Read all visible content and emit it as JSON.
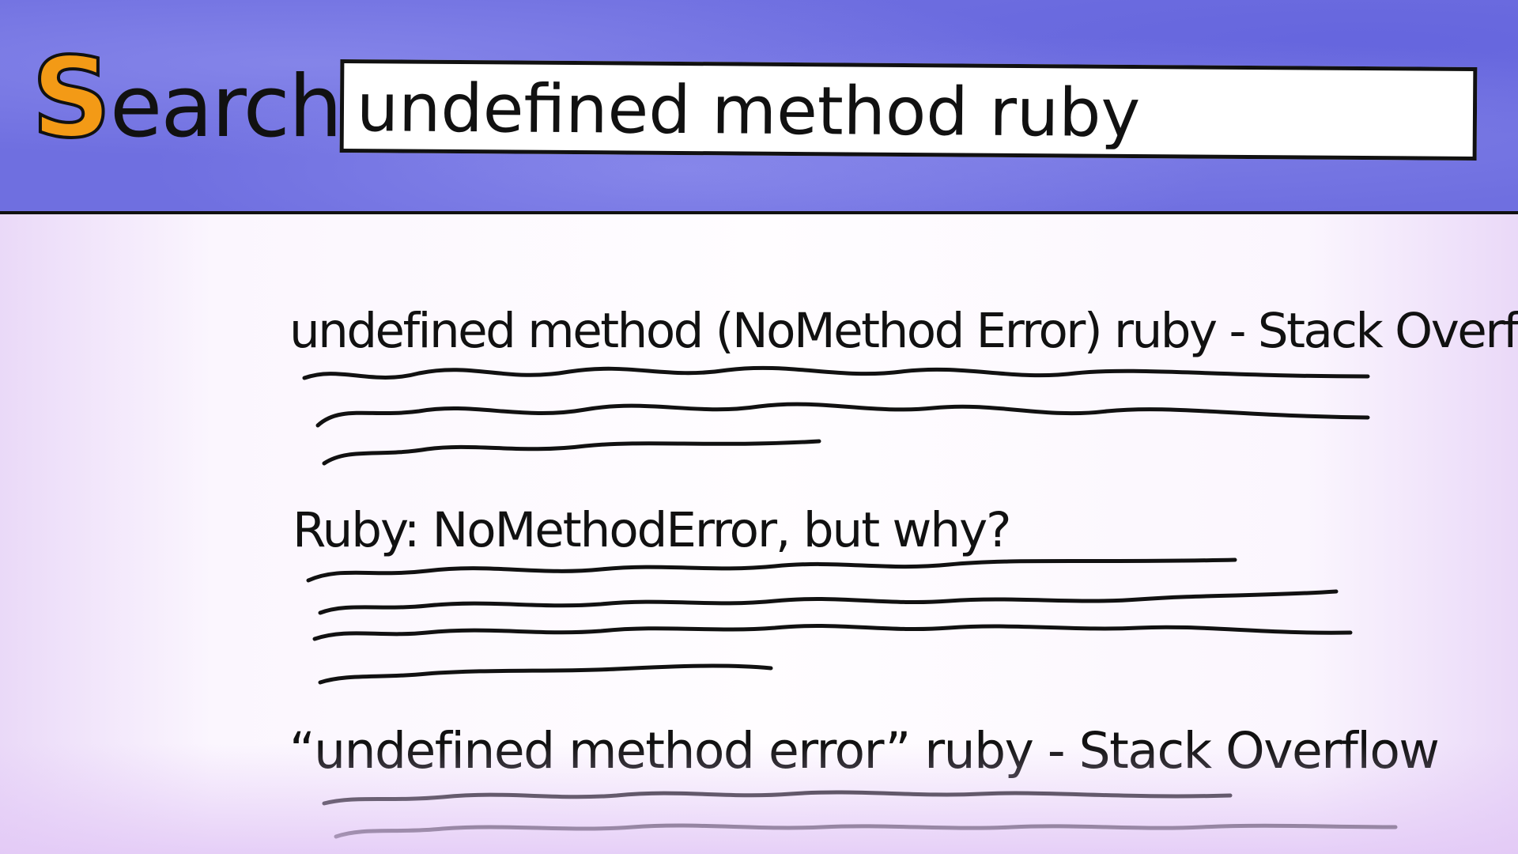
{
  "header": {
    "brand_first_letter": "S",
    "brand_rest": "earch",
    "search_value": "undefined method ruby"
  },
  "results": [
    {
      "title": "undefined method (NoMethod Error) ruby - Stack Overflow"
    },
    {
      "title": "Ruby: NoMethodError, but why?"
    },
    {
      "title": "“undefined method error” ruby - Stack Overflow"
    }
  ],
  "colors": {
    "header_blue": "#6f6fe0",
    "brand_orange": "#f39a16",
    "ink": "#111111",
    "page_lavender": "#ead9f8"
  }
}
